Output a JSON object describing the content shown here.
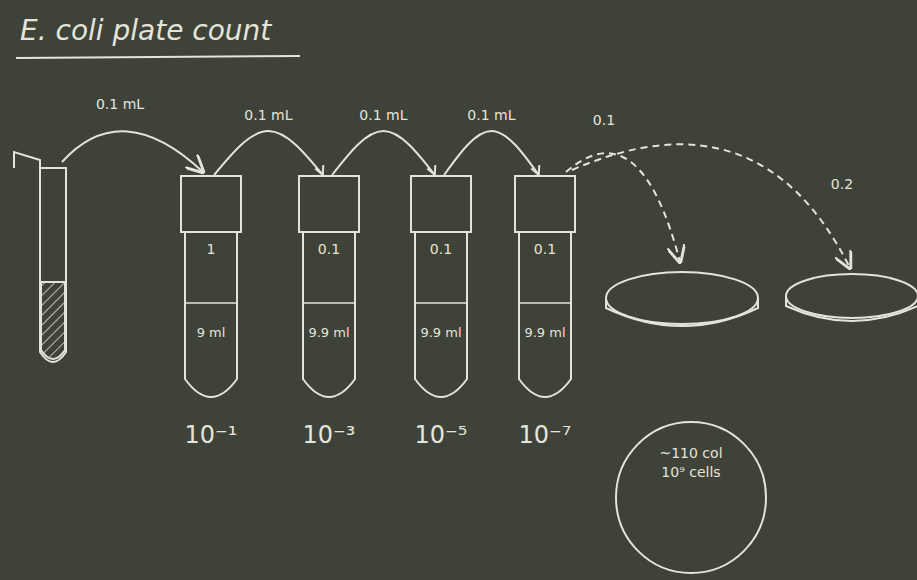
{
  "diagram": {
    "title": "E. coli plate count",
    "nodes": [
      {
        "text": [
          "1",
          "9 ml",
          "10⁻¹"
        ]
      },
      {
        "text": [
          "0.1",
          "9.9 ml",
          "10⁻³"
        ]
      },
      {
        "text": [
          "0.1",
          "9.9 ml",
          "10⁻⁵"
        ]
      },
      {
        "text": [
          "0.1",
          "9.9 ml",
          "10⁻⁷"
        ]
      },
      {
        "text": [
          "~110 col",
          "10⁹ cells"
        ]
      }
    ],
    "edges": [
      {
        "from": 0,
        "to": 1,
        "arrow": "to",
        "label": "0.1 mL"
      },
      {
        "from": 1,
        "to": 2,
        "arrow": "to",
        "label": "0.1 mL"
      },
      {
        "from": 2,
        "to": 3,
        "arrow": "to",
        "label": "0.1 mL"
      }
    ],
    "labels": [
      "0.1 mL",
      "0.1",
      "0.2"
    ]
  }
}
